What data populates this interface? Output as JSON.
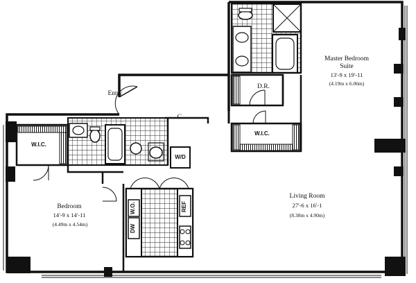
{
  "rooms": {
    "master": {
      "name1": "Master Bedroom",
      "name2": "Suite",
      "dim": "13'-9 x 19'-11",
      "metric": "(4.19m x 6.06m)"
    },
    "living": {
      "name": "Living Room",
      "dim": "27'-6 x 16'-1",
      "metric": "(8.38m x 4.90m)"
    },
    "bedroom": {
      "name": "Bedroom",
      "dim": "14'-9 x 14'-11",
      "metric": "(4.49m x 4.54m)"
    }
  },
  "labels": {
    "entry": "Entry",
    "dr": "D.R.",
    "wic_master": "W.I.C.",
    "wic_bedroom": "W.I.C.",
    "closet": "C.",
    "wd": "W/D",
    "dw": "DW",
    "wo": "W.O.",
    "ref": "REF"
  }
}
